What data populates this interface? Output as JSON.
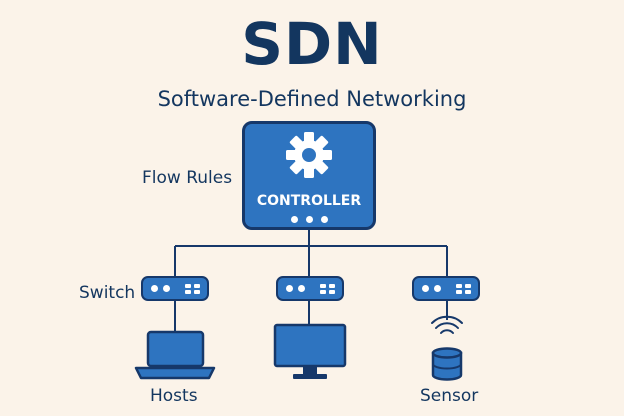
{
  "diagram": {
    "title": "SDN",
    "subtitle": "Software-Defined Networking",
    "controller_label": "CONTROLLER",
    "flow_rules_label": "Flow Rules",
    "switch_label": "Switch",
    "hosts_label": "Hosts",
    "sensor_label": "Sensor"
  },
  "colors": {
    "background": "#fbf3e9",
    "navy": "#13365f",
    "blue": "#2e74c0"
  },
  "icons": [
    "gear-icon",
    "laptop-icon",
    "monitor-icon",
    "wireless-sensor-icon"
  ]
}
